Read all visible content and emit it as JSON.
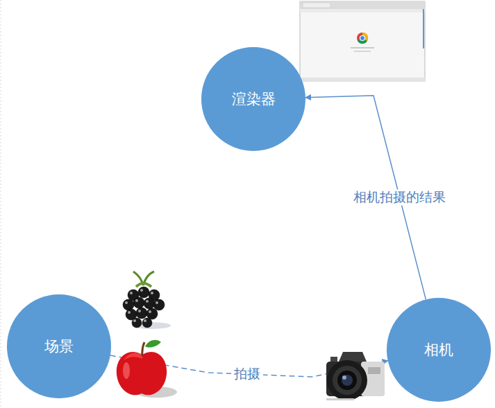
{
  "diagram": {
    "nodes": [
      {
        "text": [
          "渲染器"
        ]
      },
      {
        "text": [
          "场景"
        ]
      },
      {
        "text": [
          "相机"
        ]
      }
    ],
    "edges": [
      {
        "from": 1,
        "to": 2,
        "label": "拍摄",
        "arrow": "to"
      },
      {
        "from": 2,
        "to": 0,
        "label": "相机拍摄的结果",
        "arrow": "to"
      }
    ]
  }
}
